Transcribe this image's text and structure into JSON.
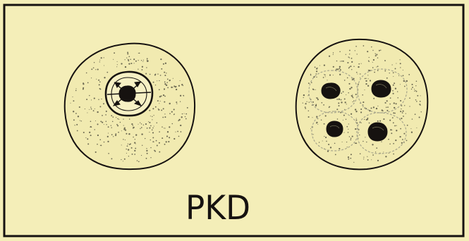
{
  "label": "PKD",
  "colors": {
    "paper": "#f4eeb8",
    "ink": "#161210",
    "stipple": "#6d6a52",
    "inner_outline": "#a9a78c"
  },
  "cells": [
    {
      "name": "uninucleate-cell",
      "nuclei": 1
    },
    {
      "name": "quadrinucleate-cell",
      "nuclei": 4
    }
  ]
}
